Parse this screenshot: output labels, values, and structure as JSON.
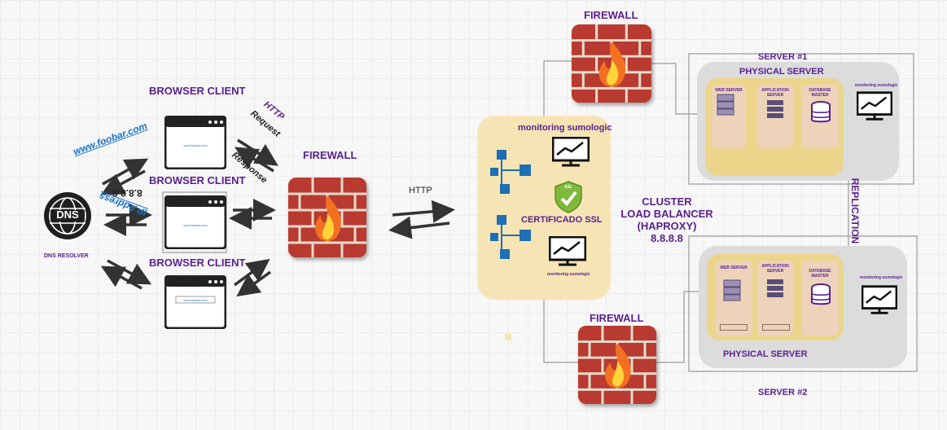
{
  "labels": {
    "browser_client_1": "BROWSER CLIENT",
    "browser_client_2": "BROWSER CLIENT",
    "browser_client_3": "BROWSER CLIENT",
    "dns_resolver": "DNS RESOLVER",
    "dns_icon_text": "DNS",
    "foobar": "www.foobar.com",
    "ip_number": "8.8.8.8",
    "ip_address": "IP Address",
    "http_vertical": "HTTP",
    "request": "Request",
    "response": "Response",
    "firewall_center": "FIREWALL",
    "http_center": "HTTP",
    "firewall_top": "FIREWALL",
    "firewall_bottom": "FIREWALL",
    "monitoring_sumologic": "monitoring sumologic",
    "certificado_ssl": "CERTIFICADO SSL",
    "ssl_badge": "SSL",
    "small_monitor_caption": "monitoring sumologic",
    "cluster_lines": [
      "CLUSTER",
      "LOAD BALANCER",
      "(HAPROXY)",
      "8.8.8.8"
    ],
    "server1": "SERVER #1",
    "physical_server_1": "PHYSICAL SERVER",
    "physical_server_2": "PHYSICAL SERVER",
    "server2": "SERVER #2",
    "replication": "REPLICATION",
    "s1_web_server": "WEB SERVER",
    "s1_app_server": "APPLICATION SERVER",
    "s1_db_master": "DATABASE MASTER",
    "s1_monitor_caption": "monitoring sumologic",
    "s2_web_server": "WEB SERVER",
    "s2_app_server": "APPLICATION SERVER",
    "s2_db_master": "DATABASE MASTER",
    "s2_monitor_caption": "monitoring sumologic",
    "browser_url": "www.foobar.com"
  },
  "colors": {
    "label_purple": "#5a1f8e",
    "link_blue": "#1a73c9",
    "panel_beige": "#f6e4b4",
    "panel_grey": "#dcdcdc",
    "firewall_red": "#b83a30"
  }
}
